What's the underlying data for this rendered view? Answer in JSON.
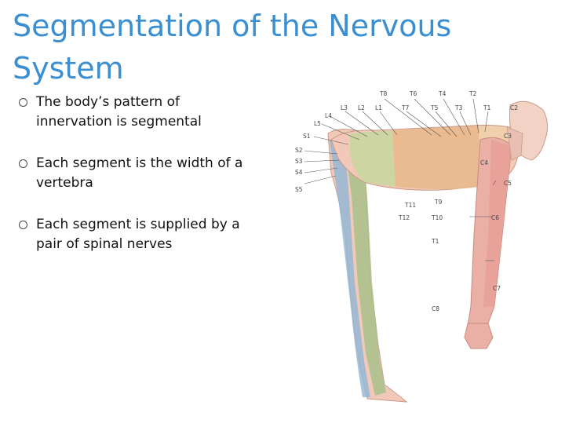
{
  "slide": {
    "title": "Segmentation of the Nervous System",
    "bullets": [
      "The body’s pattern of innervation is segmental",
      "Each segment is the width of a vertebra",
      "Each segment is supplied by a pair of spinal nerves"
    ]
  },
  "diagram": {
    "top_labels": [
      "T8",
      "T6",
      "T4",
      "T2",
      "L3",
      "L2",
      "L1",
      "T7",
      "T5",
      "T3",
      "T1",
      "C2",
      "L4",
      "L5",
      "S1"
    ],
    "left_labels": [
      "S2",
      "S3",
      "S4",
      "S5"
    ],
    "right_labels": [
      "C3",
      "C4",
      "C5",
      "C6",
      "C7",
      "C8"
    ],
    "belly_labels": [
      "T11",
      "T9",
      "T12",
      "T10",
      "T1"
    ],
    "colors": {
      "skin": "#f2c9b8",
      "sacral": "#8fb6d6",
      "lumbar": "#a9bf8a",
      "thoracic": "#e9b98a",
      "cervical": "#eab0a6"
    }
  }
}
